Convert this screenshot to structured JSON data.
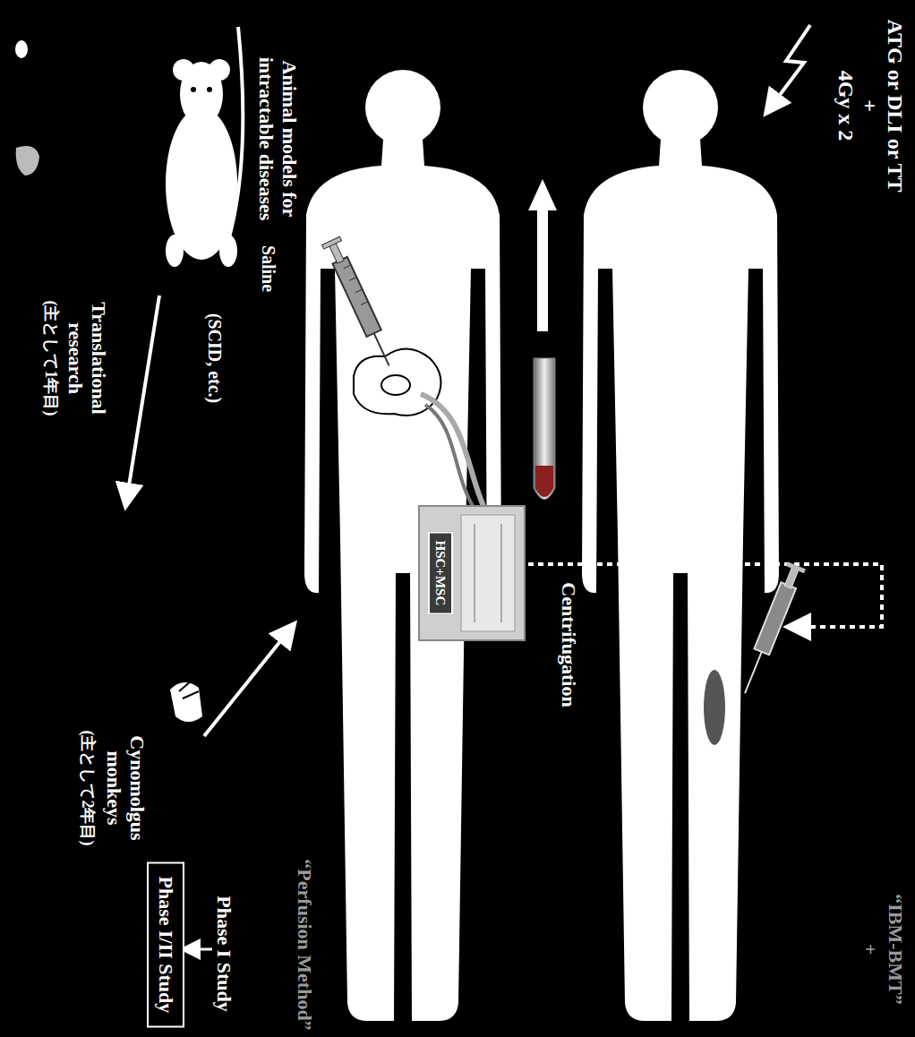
{
  "diagram": {
    "caption": "“Perfusion Method”",
    "nodes": [
      {
        "text": [
          "Phase I/II Study"
        ]
      },
      {
        "text": [
          "HSC+MSC"
        ]
      }
    ],
    "labels": [
      "Translational research",
      "(主として1年目)",
      "Animal models for intractable diseases",
      "(SCID, etc.)",
      "Cynomolgus monkeys",
      "(主として2年目)",
      "Phase I Study",
      "Saline",
      "Centrifugation",
      "ATG or DLI or TT",
      "+",
      "4Gy x 2",
      "“IBM-BMT”",
      "+"
    ]
  }
}
